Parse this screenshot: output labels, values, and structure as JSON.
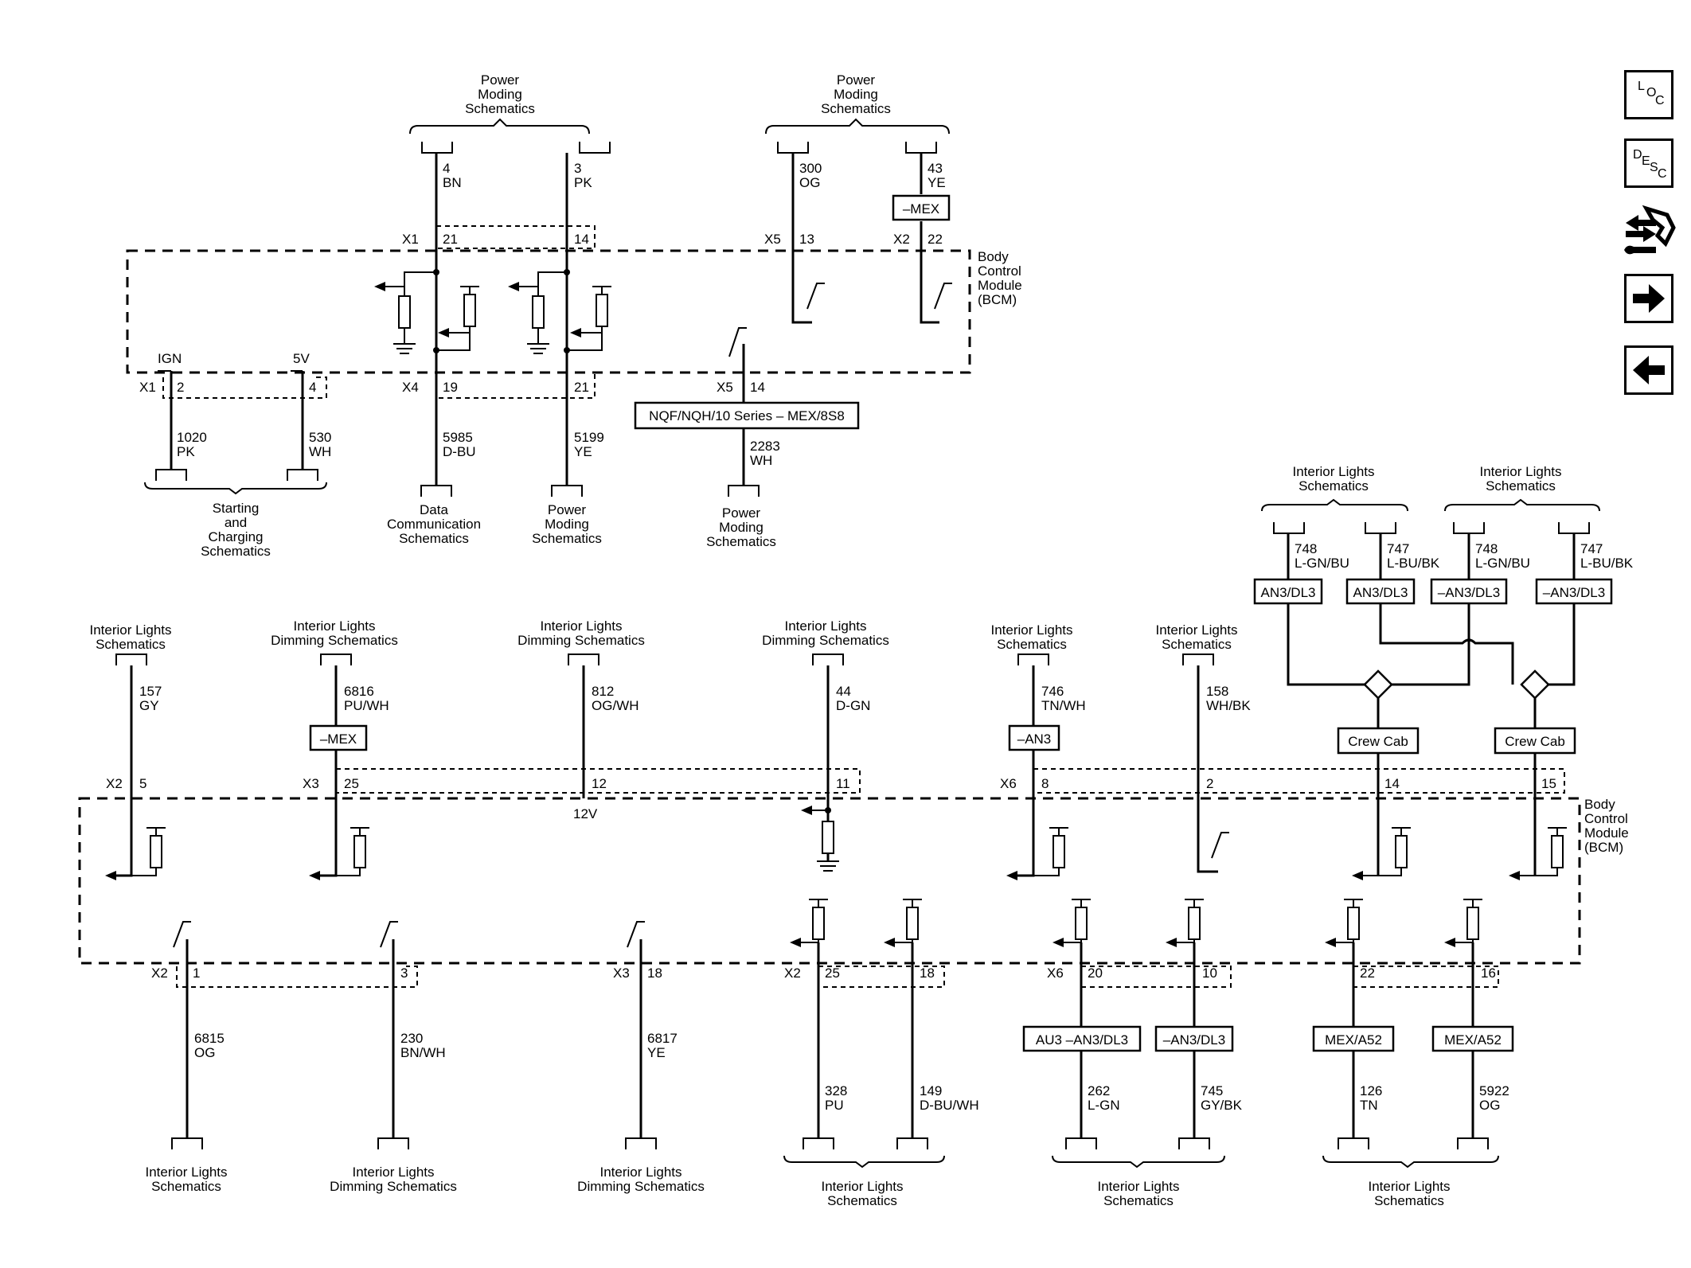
{
  "bcm_label": [
    "Body",
    "Control",
    "Module",
    "(BCM)"
  ],
  "top": {
    "dest_left": [
      "Power",
      "Moding",
      "Schematics"
    ],
    "dest_right": [
      "Power",
      "Moding",
      "Schematics"
    ],
    "wires": [
      {
        "circuit": "4",
        "color": "BN",
        "conn": "X1",
        "pin": "21"
      },
      {
        "circuit": "3",
        "color": "PK",
        "pin": "14"
      },
      {
        "circuit": "300",
        "color": "OG",
        "conn": "X5",
        "pin": "13"
      },
      {
        "circuit": "43",
        "color": "YE",
        "conn": "X2",
        "pin": "22",
        "option": "–MEX"
      }
    ],
    "ign_label": "IGN",
    "v5_label": "5V",
    "lower_wires": [
      {
        "conn": "X1",
        "pin": "2",
        "circuit": "1020",
        "color": "PK"
      },
      {
        "pin": "4",
        "circuit": "530",
        "color": "WH"
      },
      {
        "conn": "X4",
        "pin": "19",
        "circuit": "5985",
        "color": "D-BU"
      },
      {
        "pin": "21",
        "circuit": "5199",
        "color": "YE"
      },
      {
        "conn": "X5",
        "pin": "14",
        "circuit": "2283",
        "color": "WH"
      }
    ],
    "option_box": "NQF/NQH/10 Series – MEX/8S8",
    "dest_starting": [
      "Starting",
      "and",
      "Charging",
      "Schematics"
    ],
    "dest_data": [
      "Data",
      "Communication",
      "Schematics"
    ],
    "dest_power2": [
      "Power",
      "Moding",
      "Schematics"
    ],
    "dest_power3": [
      "Power",
      "Moding",
      "Schematics"
    ]
  },
  "mid": {
    "dest_il_1": [
      "Interior Lights",
      "Schematics"
    ],
    "dest_il_2": [
      "Interior Lights",
      "Schematics"
    ],
    "wires": [
      {
        "circuit": "748",
        "color": "L-GN/BU",
        "option": "AN3/DL3"
      },
      {
        "circuit": "747",
        "color": "L-BU/BK",
        "option": "AN3/DL3"
      },
      {
        "circuit": "748",
        "color": "L-GN/BU",
        "option": "–AN3/DL3"
      },
      {
        "circuit": "747",
        "color": "L-BU/BK",
        "option": "–AN3/DL3"
      }
    ],
    "crew_cab": "Crew Cab"
  },
  "upper_inputs": [
    {
      "dest": [
        "Interior Lights",
        "Schematics"
      ],
      "circuit": "157",
      "color": "GY",
      "conn": "X2",
      "pin": "5"
    },
    {
      "dest": [
        "Interior Lights",
        "Dimming Schematics"
      ],
      "circuit": "6816",
      "color": "PU/WH",
      "conn": "X3",
      "pin": "25",
      "option": "–MEX"
    },
    {
      "dest": [
        "Interior Lights",
        "Dimming Schematics"
      ],
      "circuit": "812",
      "color": "OG/WH",
      "pin": "12",
      "extra": "12V"
    },
    {
      "dest": [
        "Interior Lights",
        "Dimming Schematics"
      ],
      "circuit": "44",
      "color": "D-GN",
      "pin": "11"
    },
    {
      "dest": [
        "Interior Lights",
        "Schematics"
      ],
      "circuit": "746",
      "color": "TN/WH",
      "conn": "X6",
      "pin": "8",
      "option": "–AN3"
    },
    {
      "dest": [
        "Interior Lights",
        "Schematics"
      ],
      "circuit": "158",
      "color": "WH/BK",
      "pin": "2"
    },
    {
      "pin": "14"
    },
    {
      "pin": "15"
    }
  ],
  "lower_outputs": [
    {
      "conn": "X2",
      "pin": "1",
      "circuit": "6815",
      "color": "OG",
      "dest": [
        "Interior Lights",
        "Schematics"
      ]
    },
    {
      "pin": "3",
      "circuit": "230",
      "color": "BN/WH",
      "dest": [
        "Interior Lights",
        "Dimming Schematics"
      ]
    },
    {
      "conn": "X3",
      "pin": "18",
      "circuit": "6817",
      "color": "YE",
      "dest": [
        "Interior Lights",
        "Dimming Schematics"
      ]
    },
    {
      "conn": "X2",
      "pin": "25",
      "circuit": "328",
      "color": "PU"
    },
    {
      "pin": "18",
      "circuit": "149",
      "color": "D-BU/WH"
    },
    {
      "conn": "X6",
      "pin": "20",
      "circuit": "262",
      "color": "L-GN",
      "option": "AU3 –AN3/DL3"
    },
    {
      "pin": "10",
      "circuit": "745",
      "color": "GY/BK",
      "option": "–AN3/DL3"
    },
    {
      "pin": "22",
      "circuit": "126",
      "color": "TN",
      "option": "MEX/A52"
    },
    {
      "pin": "16",
      "circuit": "5922",
      "color": "OG",
      "option": "MEX/A52"
    }
  ],
  "lower_groups": [
    [
      "Interior Lights",
      "Schematics"
    ],
    [
      "Interior Lights",
      "Schematics"
    ],
    [
      "Interior Lights",
      "Schematics"
    ]
  ],
  "nav": {
    "loc": [
      "L",
      "O",
      "C"
    ],
    "desc": [
      "D",
      "E",
      "S",
      "C"
    ]
  }
}
